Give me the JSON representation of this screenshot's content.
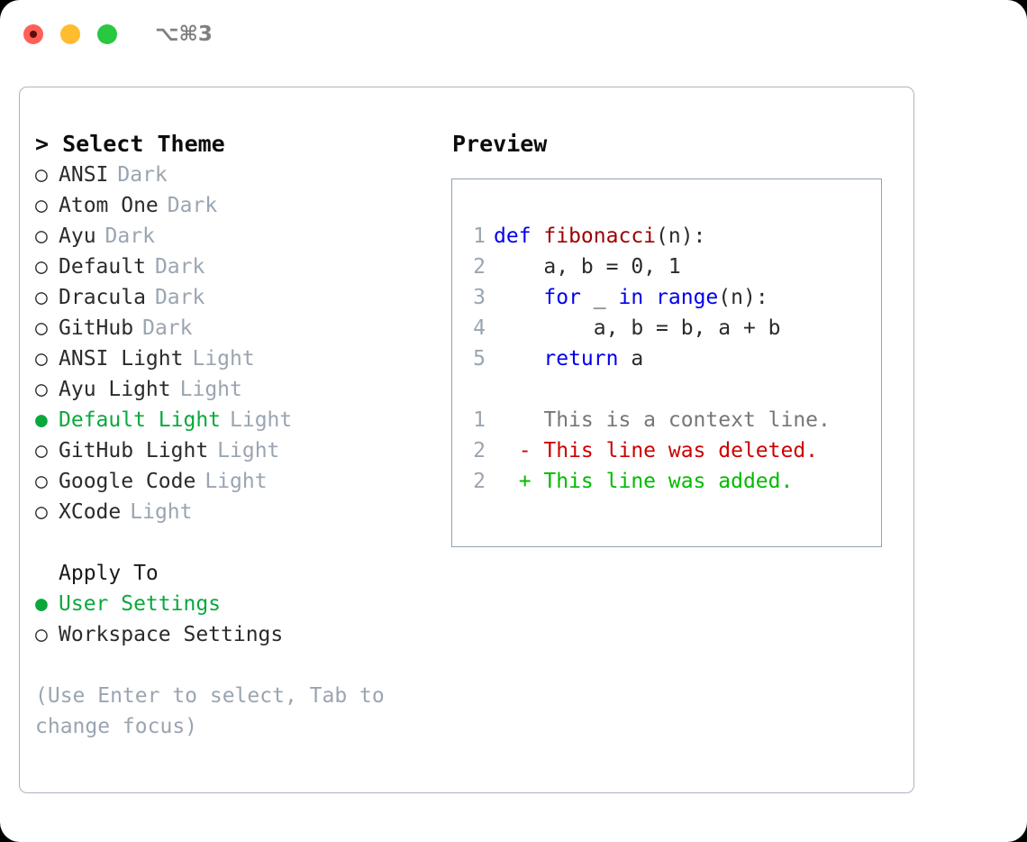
{
  "titlebar": {
    "lights": [
      {
        "name": "close",
        "color": "#ff5f57"
      },
      {
        "name": "minimize",
        "color": "#febc2e"
      },
      {
        "name": "maximize",
        "color": "#28c840"
      }
    ],
    "shortcut": "⌥⌘3"
  },
  "theme_picker": {
    "header": "> Select Theme",
    "options": [
      {
        "marker": "○",
        "label": "ANSI",
        "suffix": "Dark",
        "selected": false
      },
      {
        "marker": "○",
        "label": "Atom One",
        "suffix": "Dark",
        "selected": false
      },
      {
        "marker": "○",
        "label": "Ayu",
        "suffix": "Dark",
        "selected": false
      },
      {
        "marker": "○",
        "label": "Default",
        "suffix": "Dark",
        "selected": false
      },
      {
        "marker": "○",
        "label": "Dracula",
        "suffix": "Dark",
        "selected": false
      },
      {
        "marker": "○",
        "label": "GitHub",
        "suffix": "Dark",
        "selected": false
      },
      {
        "marker": "○",
        "label": "ANSI Light",
        "suffix": "Light",
        "selected": false
      },
      {
        "marker": "○",
        "label": "Ayu Light",
        "suffix": "Light",
        "selected": false
      },
      {
        "marker": "●",
        "label": "Default Light",
        "suffix": "Light",
        "selected": true
      },
      {
        "marker": "○",
        "label": "GitHub Light",
        "suffix": "Light",
        "selected": false
      },
      {
        "marker": "○",
        "label": "Google Code",
        "suffix": "Light",
        "selected": false
      },
      {
        "marker": "○",
        "label": "XCode",
        "suffix": "Light",
        "selected": false
      }
    ]
  },
  "apply_to": {
    "header": "Apply To",
    "options": [
      {
        "marker": "●",
        "label": "User Settings",
        "selected": true
      },
      {
        "marker": "○",
        "label": "Workspace Settings",
        "selected": false
      }
    ]
  },
  "hint": "(Use Enter to select, Tab to change focus)",
  "preview": {
    "title": "Preview",
    "code": [
      {
        "no": "1",
        "indent": "",
        "tokens": [
          {
            "t": "def ",
            "c": "kw"
          },
          {
            "t": "fibonacci",
            "c": "fn"
          },
          {
            "t": "(n):",
            "c": "pn"
          }
        ]
      },
      {
        "no": "2",
        "indent": "    ",
        "tokens": [
          {
            "t": "a, b = 0, 1",
            "c": "pn"
          }
        ]
      },
      {
        "no": "3",
        "indent": "    ",
        "tokens": [
          {
            "t": "for ",
            "c": "kw"
          },
          {
            "t": "_ ",
            "c": "pn"
          },
          {
            "t": "in ",
            "c": "kw"
          },
          {
            "t": "range",
            "c": "kw"
          },
          {
            "t": "(n):",
            "c": "pn"
          }
        ]
      },
      {
        "no": "4",
        "indent": "        ",
        "tokens": [
          {
            "t": "a, b = b, a + b",
            "c": "pn"
          }
        ]
      },
      {
        "no": "5",
        "indent": "    ",
        "tokens": [
          {
            "t": "return ",
            "c": "kw"
          },
          {
            "t": "a",
            "c": "pn"
          }
        ]
      }
    ],
    "diff": [
      {
        "no": "1",
        "sign": "  ",
        "text": "This is a context line.",
        "kind": "diff-ctx"
      },
      {
        "no": "2",
        "sign": "- ",
        "text": "This line was deleted.",
        "kind": "diff-del"
      },
      {
        "no": "2",
        "sign": "+ ",
        "text": "This line was added.",
        "kind": "diff-add"
      }
    ]
  },
  "colors": {
    "accent_green": "#0aa83c",
    "muted": "#9aa5b1",
    "border": "#aab4c0",
    "keyword": "#0000ee",
    "function": "#9b0000",
    "diff_deleted": "#cc0000",
    "diff_added": "#00bb00"
  }
}
